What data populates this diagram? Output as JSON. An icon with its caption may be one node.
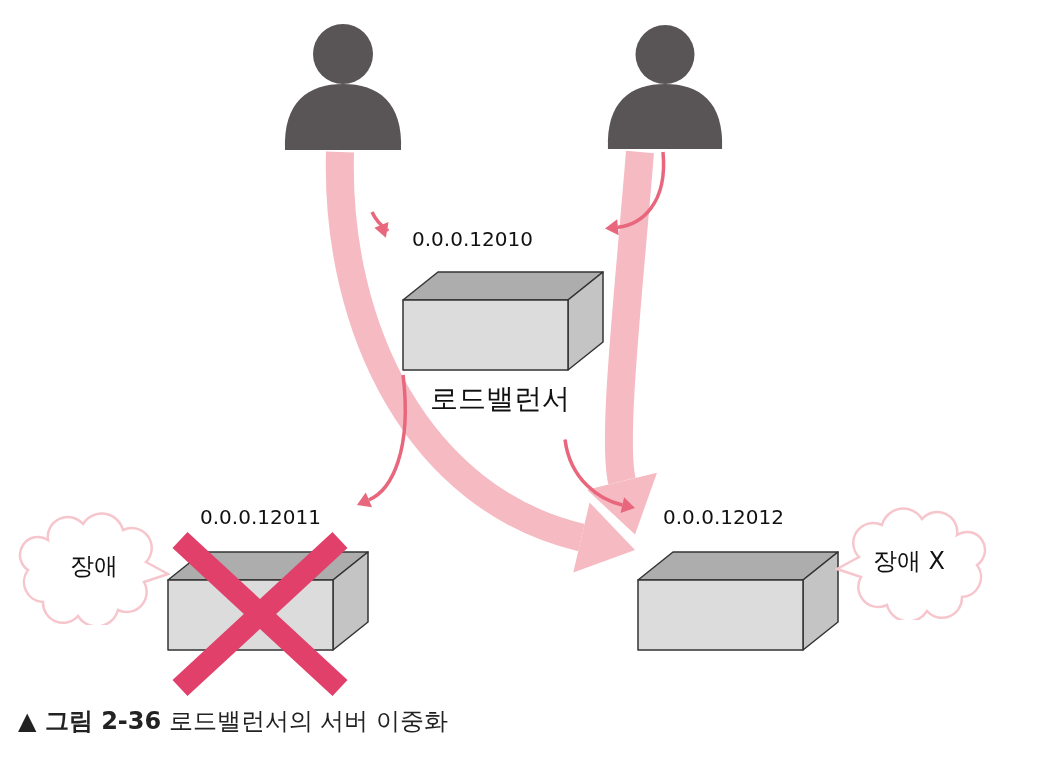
{
  "diagram": {
    "caption": "**▲ 그림 2-36** 로드밸런서의 서버 이중화",
    "nodes": [
      {
        "text": [],
        "shape": "person"
      },
      {
        "text": [],
        "shape": "person"
      },
      {
        "text": [
          "0.0.0.12010"
        ],
        "beside": [
          "로드밸런서"
        ]
      },
      {
        "text": [
          "장애"
        ]
      },
      {
        "text": [
          "0.0.0.12011"
        ]
      },
      {
        "text": [
          "0.0.0.12012"
        ]
      },
      {
        "text": [
          "장애 X"
        ]
      }
    ],
    "edges": [
      {
        "from": 0,
        "to": 5,
        "arrow": "to",
        "style": "thick",
        "color": "#f5bac2"
      },
      {
        "from": 1,
        "to": 5,
        "arrow": "to",
        "style": "thick",
        "color": "#f5bac2"
      },
      {
        "from": null,
        "to": 2,
        "arrow": "to"
      },
      {
        "from": 1,
        "to": 2,
        "arrow": "to"
      },
      {
        "from": 2,
        "to": 4,
        "arrow": "to"
      },
      {
        "from": 2,
        "to": 5,
        "arrow": "to"
      }
    ]
  }
}
